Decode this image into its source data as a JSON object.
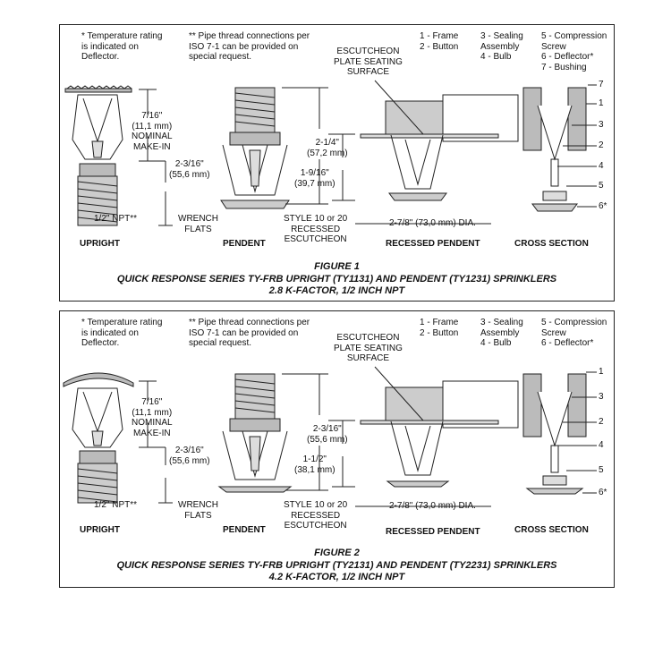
{
  "figures": [
    {
      "note_temp": "* Temperature rating\nis indicated on\nDeflector.",
      "note_pipe": "** Pipe thread connections per\nISO 7-1 can be provided on\nspecial request.",
      "legend": {
        "col1": "1 - Frame\n2 - Button",
        "col2": "3 - Sealing\nAssembly\n4 - Bulb",
        "col3": "5 - Compression\nScrew\n6 - Deflector*\n7 - Bushing"
      },
      "escutcheon_label": "ESCUTCHEON\nPLATE SEATING\nSURFACE",
      "dim_nominal": "7/16\"\n(11,1 mm)\nNOMINAL\nMAKE-IN",
      "dim_upright": "2-3/16\"\n(55,6 mm)",
      "dim_pendent_long": "2-1/4\"\n(57,2 mm)",
      "dim_pendent_short": "1-9/16\"\n(39,7 mm)",
      "npt": "1/2\" NPT**",
      "wrench": "WRENCH\nFLATS",
      "style": "STYLE 10 or 20\nRECESSED\nESCUTCHEON",
      "dia": "2-7/8\" (73,0 mm) DIA.",
      "labels": [
        "UPRIGHT",
        "PENDENT",
        "RECESSED PENDENT",
        "CROSS SECTION"
      ],
      "callouts": [
        "7",
        "1",
        "3",
        "2",
        "4",
        "5",
        "6*"
      ],
      "caption": [
        "FIGURE 1",
        "QUICK RESPONSE SERIES TY-FRB UPRIGHT (TY1131) AND PENDENT (TY1231) SPRINKLERS",
        "2.8 K-FACTOR, 1/2 INCH NPT"
      ]
    },
    {
      "note_temp": "* Temperature rating\nis indicated on\nDeflector.",
      "note_pipe": "** Pipe thread connections per\nISO 7-1 can be provided on\nspecial request.",
      "legend": {
        "col1": "1 - Frame\n2 - Button",
        "col2": "3 - Sealing\nAssembly\n4 - Bulb",
        "col3": "5 - Compression\nScrew\n6 - Deflector*"
      },
      "escutcheon_label": "ESCUTCHEON\nPLATE SEATING\nSURFACE",
      "dim_nominal": "7/16\"\n(11,1 mm)\nNOMINAL\nMAKE-IN",
      "dim_upright": "2-3/16\"\n(55,6 mm)",
      "dim_pendent_long": "2-3/16\"\n(55,6 mm)",
      "dim_pendent_short": "1-1/2\"\n(38,1 mm)",
      "npt": "1/2\" NPT**",
      "wrench": "WRENCH\nFLATS",
      "style": "STYLE 10 or 20\nRECESSED\nESCUTCHEON",
      "dia": "2-7/8\" (73,0 mm) DIA.",
      "labels": [
        "UPRIGHT",
        "PENDENT",
        "RECESSED PENDENT",
        "CROSS SECTION"
      ],
      "callouts": [
        "1",
        "3",
        "2",
        "4",
        "5",
        "6*"
      ],
      "caption": [
        "FIGURE 2",
        "QUICK RESPONSE SERIES TY-FRB UPRIGHT (TY2131) AND PENDENT (TY2231) SPRINKLERS",
        "4.2 K-FACTOR, 1/2 INCH NPT"
      ]
    }
  ]
}
